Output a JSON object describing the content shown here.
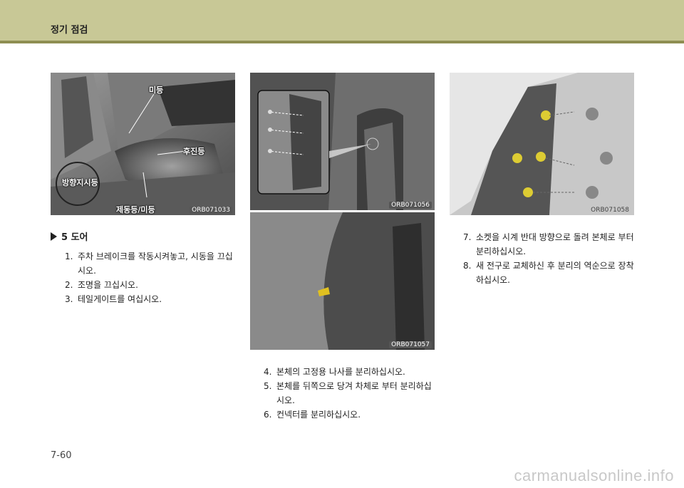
{
  "header": {
    "title": "정기 점검"
  },
  "figures": {
    "fig1": {
      "code": "ORB071033",
      "labels": {
        "tail": "미등",
        "backup": "후진등",
        "turn": "방향지시등",
        "stop": "제동등/미등"
      }
    },
    "fig2": {
      "code": "ORB071056"
    },
    "fig3": {
      "code": "ORB071057"
    },
    "fig4": {
      "code": "ORB071058"
    }
  },
  "section": {
    "title": "5 도어"
  },
  "steps_left": [
    {
      "num": "1.",
      "text": "주차 브레이크를 작동시켜놓고, 시동을 끄십시오."
    },
    {
      "num": "2.",
      "text": "조명을 끄십시오."
    },
    {
      "num": "3.",
      "text": "테일게이트를 여십시오."
    }
  ],
  "steps_middle": [
    {
      "num": "4.",
      "text": "본체의 고정용 나사를 분리하십시오."
    },
    {
      "num": "5.",
      "text": "본체를 뒤쪽으로 당겨 차체로 부터 분리하십시오."
    },
    {
      "num": "6.",
      "text": "컨넥터를 분리하십시오."
    }
  ],
  "steps_right": [
    {
      "num": "7.",
      "text": "소켓을 시계 반대 방향으로 돌려 본체로 부터 분리하십시오."
    },
    {
      "num": "8.",
      "text": "새 전구로 교체하신 후 분리의 역순으로 장착하십시오."
    }
  ],
  "page_number": "7-60",
  "watermark": "carmanualsonline.info"
}
